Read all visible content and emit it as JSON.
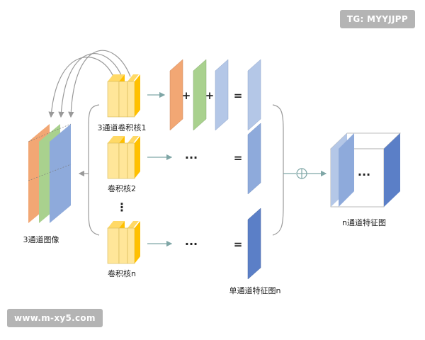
{
  "watermark_top": "TG: MYYJJPP",
  "watermark_bottom": "www.m-xy5.com",
  "labels": {
    "input_image": "3通道图像",
    "kernel_1": "3通道卷积核1",
    "kernel_2": "卷积核2",
    "kernel_n": "卷积核n",
    "single_feature_map": "单通道特征图n",
    "n_feature_map": "n通道特征图"
  },
  "symbols": {
    "plus": "+",
    "equals": "=",
    "ellipsis": "···",
    "vdots": "⋮",
    "oplus": "⊕"
  },
  "colors": {
    "orange": "#f2a774",
    "green": "#a9d18e",
    "blue": "#8eaadb",
    "light_blue": "#b4c7e7",
    "dark_blue": "#5b7fc7",
    "kernel_front": "#ffe699",
    "kernel_side": "#ffc000",
    "arrow": "#7fa6a6",
    "line": "#999999"
  }
}
